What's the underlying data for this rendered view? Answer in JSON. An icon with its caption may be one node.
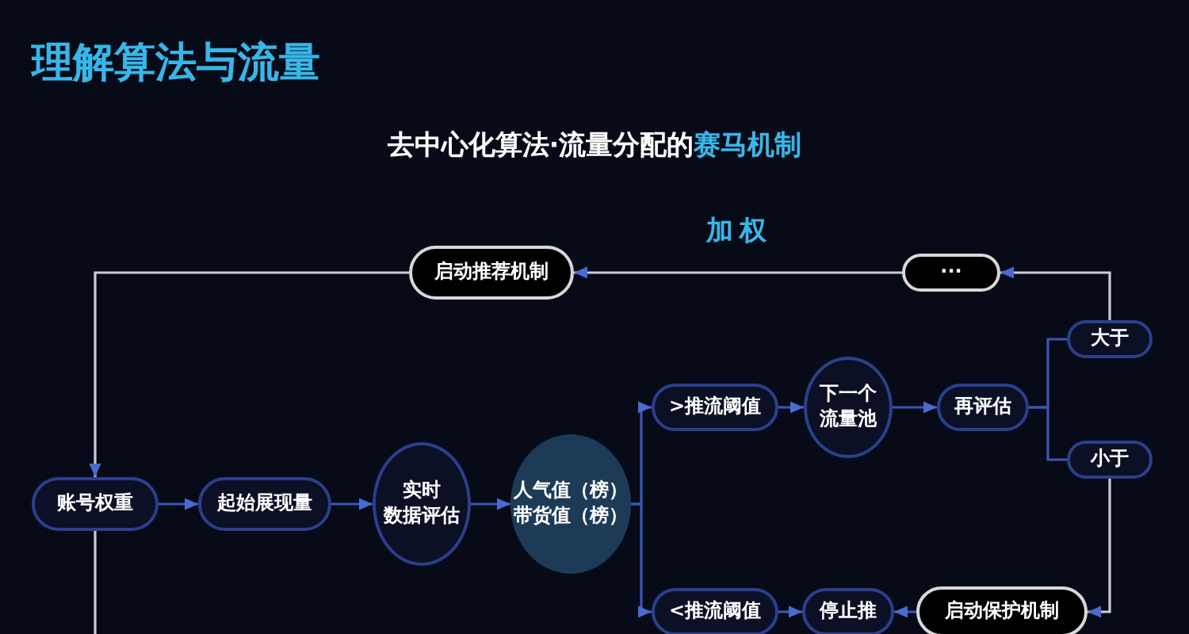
{
  "diagram": {
    "title": "理解算法与流量",
    "nodes": [
      {
        "text": [
          "启动推荐机制"
        ]
      },
      {
        "text": [
          "···"
        ]
      },
      {
        "text": [
          "账号权重"
        ]
      },
      {
        "text": [
          "起始展现量"
        ]
      },
      {
        "text": [
          "实时数据评估"
        ]
      },
      {
        "text": [
          "人气值（榜）带货值（榜）"
        ]
      },
      {
        "text": [
          ">推流阈值"
        ]
      },
      {
        "text": [
          "下一个流量池"
        ]
      },
      {
        "text": [
          "再评估"
        ]
      },
      {
        "text": [
          "大于"
        ]
      },
      {
        "text": [
          "小于"
        ]
      },
      {
        "text": [
          "<推流阈值"
        ]
      },
      {
        "text": [
          "停止推"
        ]
      },
      {
        "text": [
          "启动保护机制"
        ]
      }
    ],
    "edges": [
      {
        "from": 2,
        "to": 3,
        "arrow": "to"
      },
      {
        "from": 3,
        "to": 4,
        "arrow": "to"
      },
      {
        "from": 4,
        "to": 5,
        "arrow": "to"
      },
      {
        "from": 5,
        "to": 6,
        "arrow": "to"
      },
      {
        "from": 5,
        "to": 11,
        "arrow": "to"
      },
      {
        "from": 6,
        "to": 7,
        "arrow": "to"
      },
      {
        "from": 7,
        "to": 8,
        "arrow": "to"
      },
      {
        "from": 8,
        "to": 9,
        "arrow": "none"
      },
      {
        "from": 8,
        "to": 10,
        "arrow": "none"
      },
      {
        "from": 9,
        "to": 1,
        "arrow": "to",
        "color": "#c8cce0"
      },
      {
        "from": 1,
        "to": 0,
        "arrow": "to",
        "label": "加权",
        "color": "#c8cce0"
      },
      {
        "from": 0,
        "to": 2,
        "arrow": "to",
        "color": "#c8cce0"
      },
      {
        "from": 10,
        "to": 13,
        "arrow": "to",
        "color": "#c8cce0"
      },
      {
        "from": 11,
        "to": 12,
        "arrow": "to"
      },
      {
        "from": 13,
        "to": 12,
        "arrow": "to"
      },
      {
        "from": 2,
        "to": null,
        "arrow": "none",
        "color": "#c8cce0"
      }
    ],
    "labels": [
      "去中心化算法·流量分配的**赛马机制**"
    ]
  }
}
